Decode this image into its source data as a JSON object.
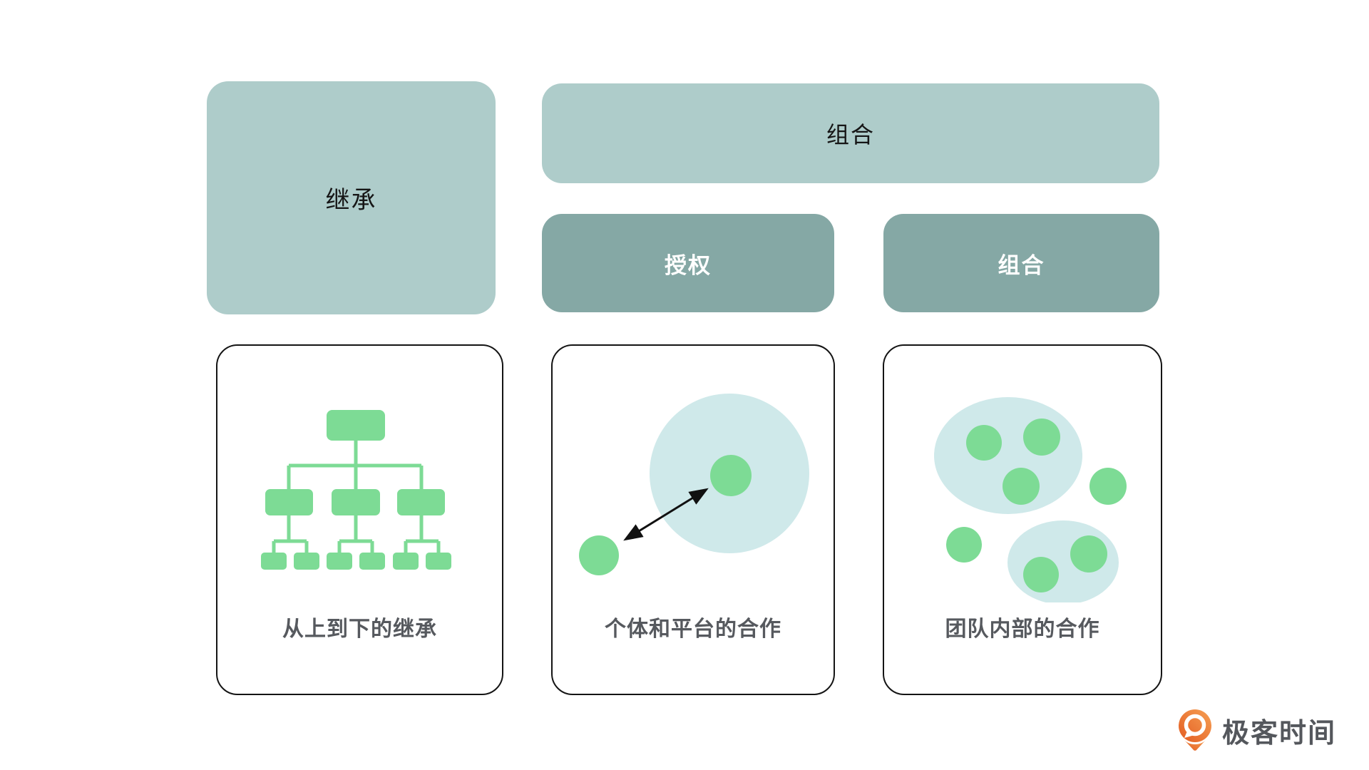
{
  "colors": {
    "block_light": "#aeccca",
    "block_dark": "#85a8a5",
    "label_dark": "#161616",
    "label_light": "#ffffff",
    "green": "#7ddb95",
    "pale_blue": "#cfe9ea",
    "card_border": "#141414",
    "title_text": "#56595e",
    "arrow_black": "#111111",
    "logo_orange_light": "#f6a054",
    "logo_orange_dark": "#e35b21",
    "logo_text": "#54575c"
  },
  "blocks": {
    "inheritance": {
      "label": "继承"
    },
    "composition_bar": {
      "label": "组合"
    },
    "delegation": {
      "label": "授权"
    },
    "composition_small": {
      "label": "组合"
    }
  },
  "cards": [
    {
      "title": "从上到下的继承",
      "icon": "org-tree-icon"
    },
    {
      "title": "个体和平台的合作",
      "icon": "individual-platform-diagram"
    },
    {
      "title": "团队内部的合作",
      "icon": "team-groups-diagram"
    }
  ],
  "logo": {
    "text": "极客时间",
    "icon": "geektime-pin-icon"
  }
}
